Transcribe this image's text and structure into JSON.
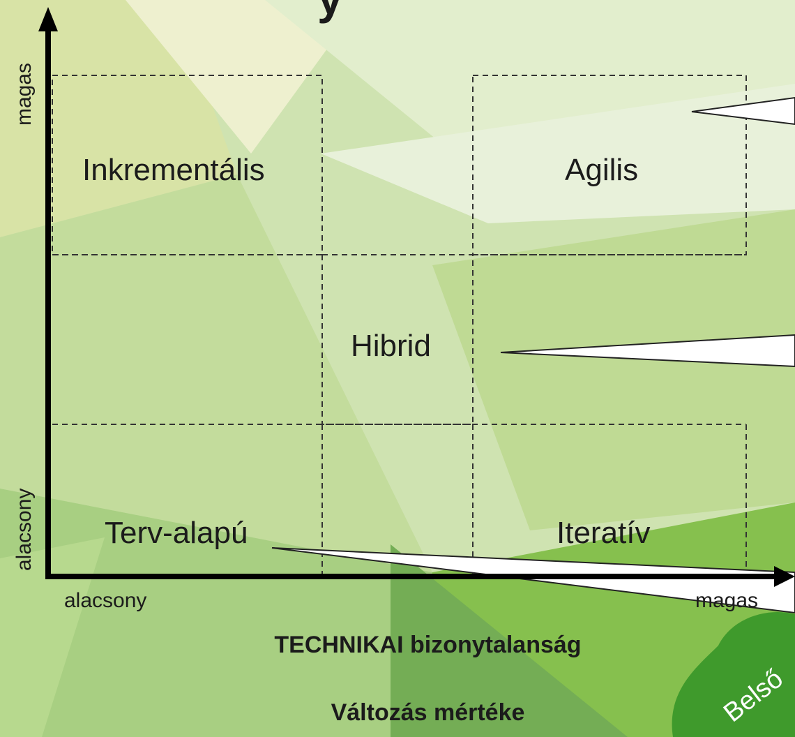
{
  "title_fragment": "y",
  "y_axis": {
    "high": "magas",
    "low": "alacsony"
  },
  "x_axis": {
    "low": "alacsony",
    "high": "magas",
    "title": "TECHNIKAI bizonytalanság",
    "subtitle": "Változás mértéke"
  },
  "cells": {
    "incremental": "Inkrementális",
    "agile": "Agilis",
    "hybrid": "Hibrid",
    "plan_based": "Terv-alapú",
    "iterative": "Iteratív"
  },
  "stamp": {
    "label": "Belső",
    "color": "#3f9a2c"
  },
  "colors": {
    "axis": "#000000",
    "background": "#cfe3b1",
    "pointer": "#ffffff"
  }
}
